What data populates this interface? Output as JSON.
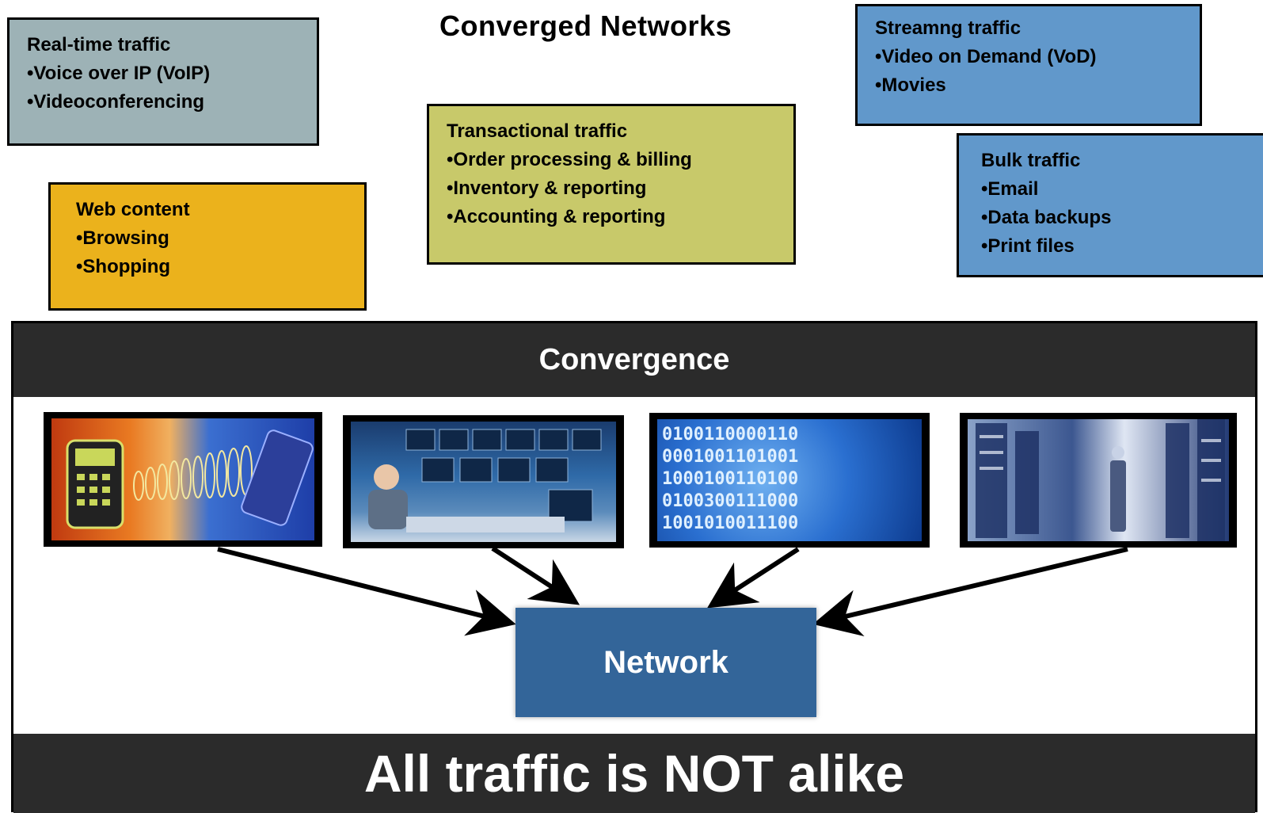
{
  "title": "Converged Networks",
  "boxes": {
    "realtime": {
      "heading": "Real-time traffic",
      "items": [
        "Voice over IP (VoIP)",
        "Videoconferencing"
      ]
    },
    "web": {
      "heading": "Web content",
      "items": [
        "Browsing",
        "Shopping"
      ]
    },
    "transactional": {
      "heading": "Transactional traffic",
      "items": [
        "Order processing & billing",
        "Inventory & reporting",
        "Accounting & reporting"
      ]
    },
    "streaming": {
      "heading": "Streamng traffic",
      "items": [
        "Video on Demand (VoD)",
        "Movies"
      ]
    },
    "bulk": {
      "heading": "Bulk traffic",
      "items": [
        "Email",
        "Data backups",
        "Print files"
      ]
    }
  },
  "panel": {
    "header": "Convergence",
    "footer": "All traffic is NOT alike"
  },
  "network_label": "Network",
  "colors": {
    "realtime": "#9db2b6",
    "web": "#ebb21c",
    "transactional": "#c8c96a",
    "streaming": "#6198cb",
    "bulk": "#6198cb",
    "network": "#336599",
    "band": "#2b2b2b"
  },
  "images": [
    "voip-phone-image",
    "control-room-image",
    "binary-data-image",
    "server-room-image"
  ]
}
